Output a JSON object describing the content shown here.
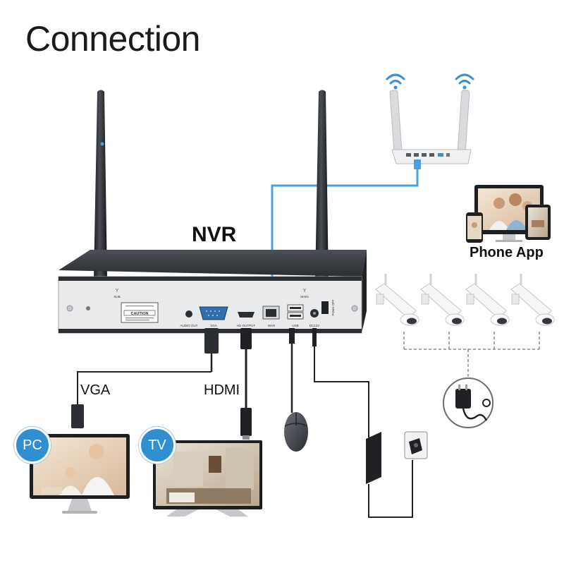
{
  "heading": "Connection",
  "nvr_label": "NVR",
  "phone_app_label": "Phone App",
  "vga_label": "VGA",
  "hdmi_label": "HDMI",
  "pc_badge": "PC",
  "tv_badge": "TV",
  "panel": {
    "caution": "CAUTION",
    "audio_out": "AUDIO OUT",
    "vga_port": "VGA",
    "hdmi_port": "HD OUTPUT",
    "wan_port": "WAN",
    "usb_port": "USB",
    "power_port": "DC12V",
    "power_switch": "Power OFF",
    "antenna_sub": "SUB",
    "antenna_main": "MAIN"
  },
  "colors": {
    "network_cable": "#4a9fe0",
    "badge": "#2f8fd0",
    "nvr_body": "#2b2f33",
    "panel": "#e9eaec"
  }
}
